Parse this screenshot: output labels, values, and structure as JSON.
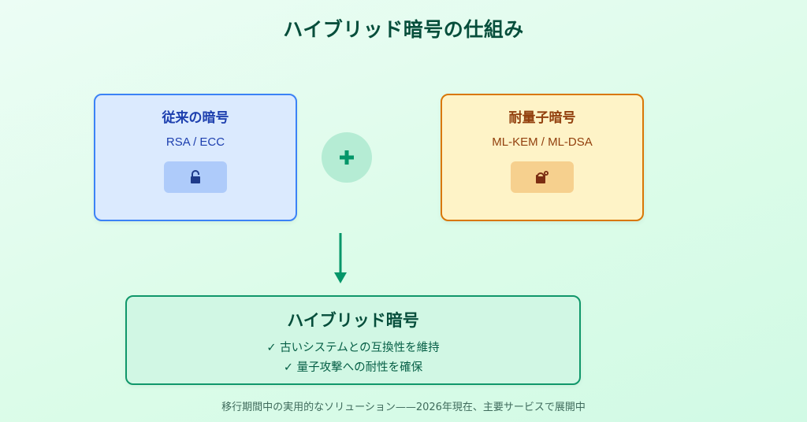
{
  "title": "ハイブリッド暗号の仕組み",
  "classic": {
    "title": "従来の暗号",
    "subtitle": "RSA / ECC",
    "icon": "open-lock-icon",
    "accent": "#3b82f6"
  },
  "operator": {
    "symbol": "+",
    "icon": "plus-icon",
    "color": "#059669"
  },
  "post_quantum": {
    "title": "耐量子暗号",
    "subtitle": "ML-KEM / ML-DSA",
    "icon": "key-lock-icon",
    "accent": "#d97706"
  },
  "flow": {
    "icon": "arrow-down-icon",
    "color": "#059669"
  },
  "result": {
    "title": "ハイブリッド暗号",
    "benefits": [
      "✓ 古いシステムとの互換性を維持",
      "✓ 量子攻撃への耐性を確保"
    ],
    "accent": "#10976a"
  },
  "footer": "移行期間中の実用的なソリューション——2026年現在、主要サービスで展開中"
}
